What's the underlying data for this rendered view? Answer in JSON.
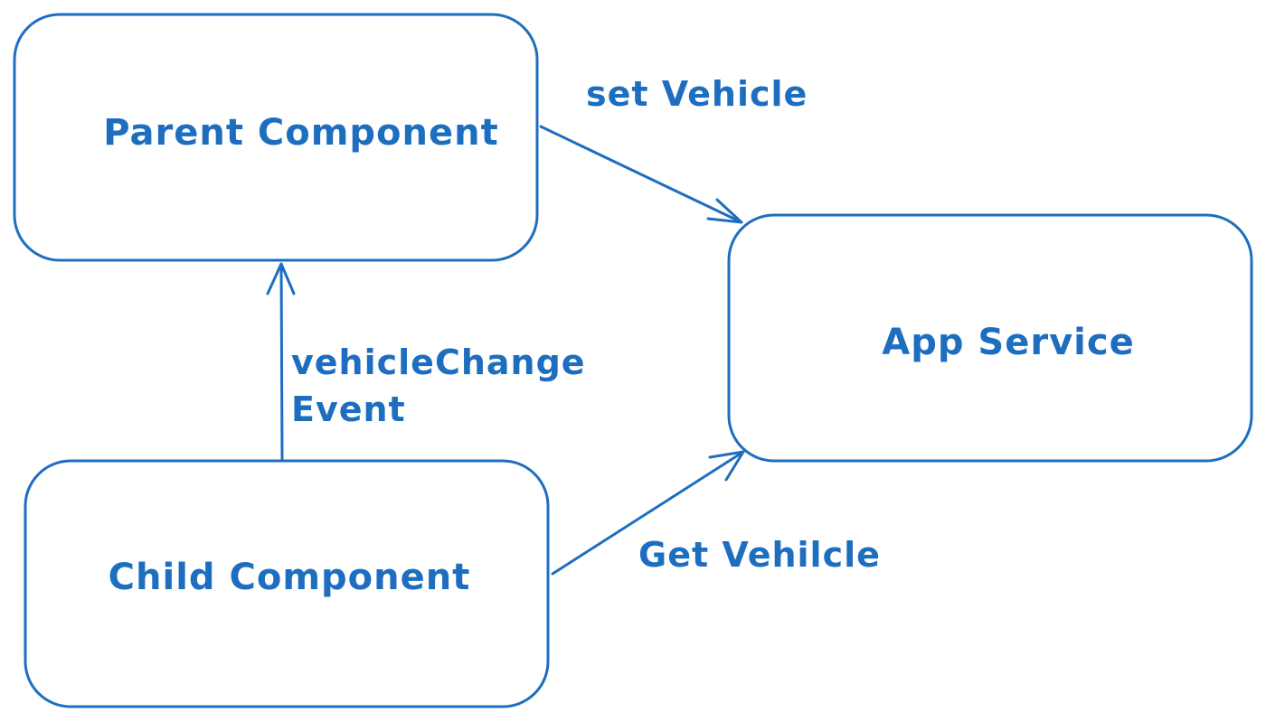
{
  "diagram": {
    "accent_color": "#1e6ec0",
    "nodes": {
      "parent": {
        "label": "Parent Component"
      },
      "app_service": {
        "label": "App Service"
      },
      "child": {
        "label": "Child Component"
      }
    },
    "edges": {
      "parent_to_service": {
        "from": "Parent Component",
        "to": "App Service",
        "label": "set Vehicle"
      },
      "child_to_service": {
        "from": "Child Component",
        "to": "App Service",
        "label": "Get Vehilcle"
      },
      "child_to_parent": {
        "from": "Child Component",
        "to": "Parent Component",
        "label_line1": "vehicleChange",
        "label_line2": "Event"
      }
    }
  }
}
